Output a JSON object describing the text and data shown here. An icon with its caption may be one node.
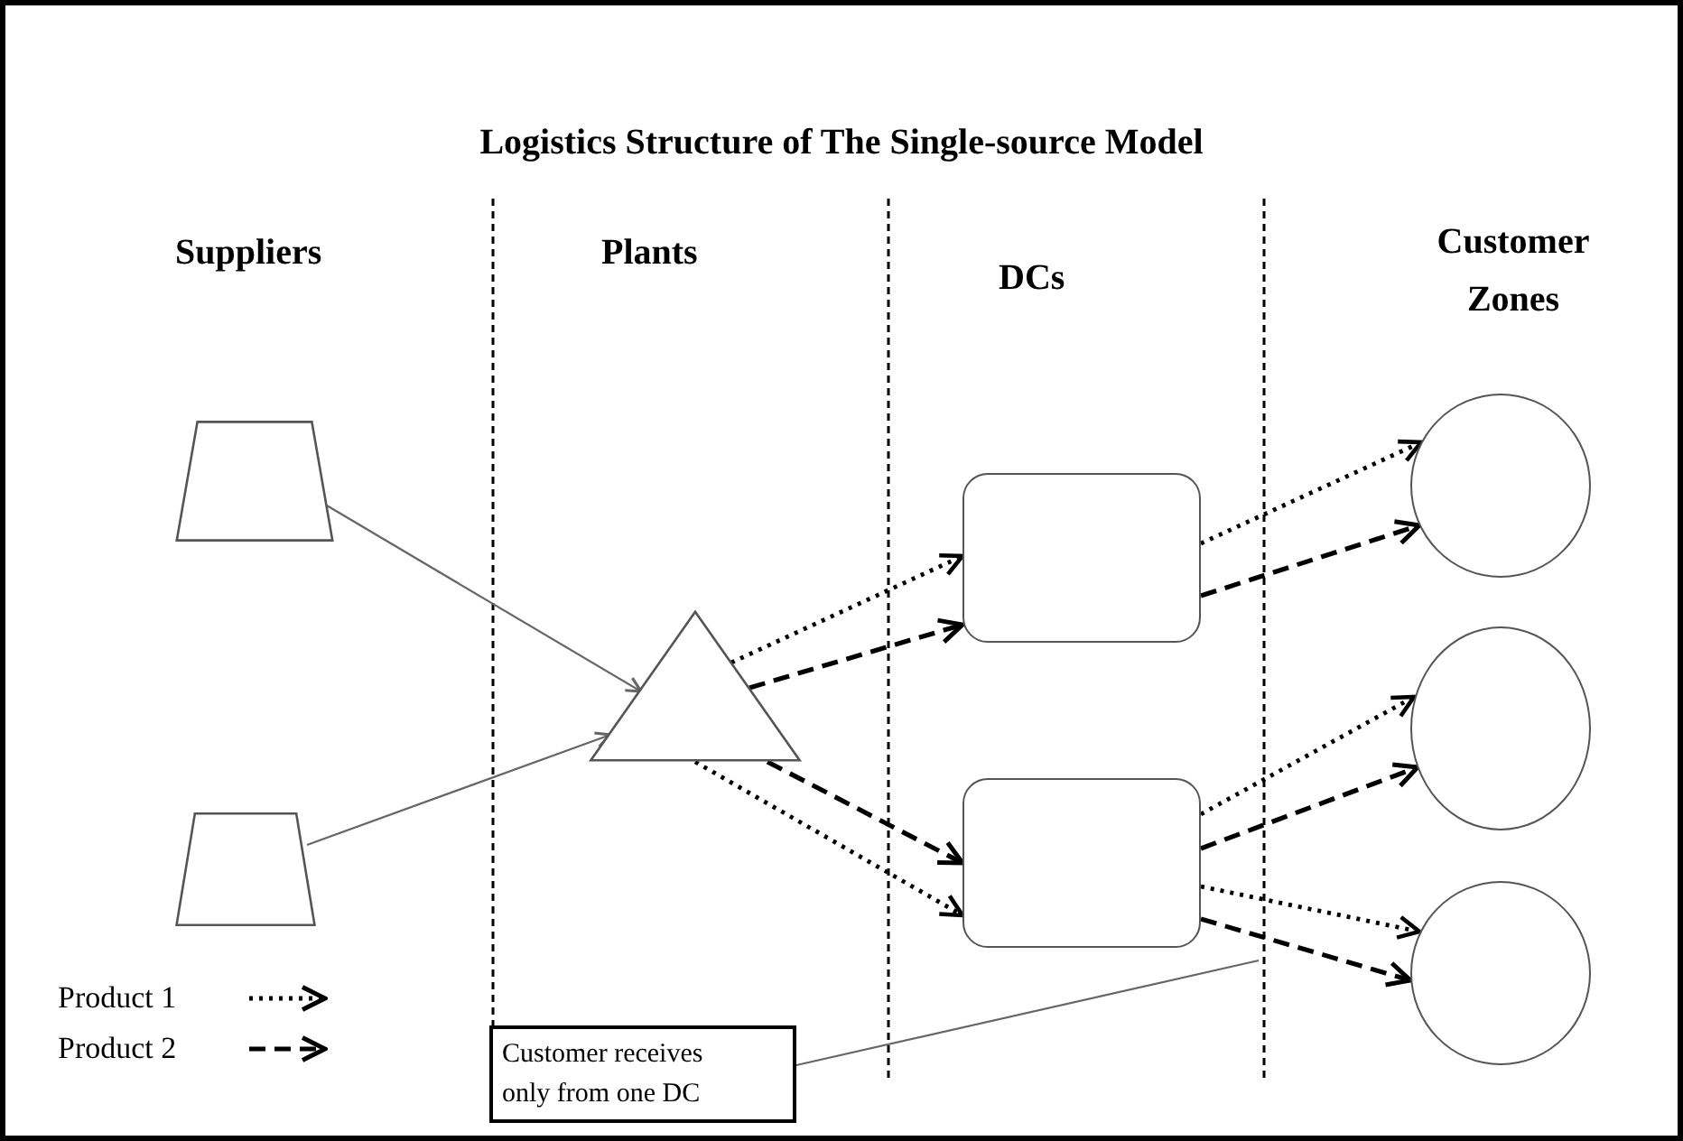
{
  "diagram": {
    "title": "Logistics Structure of The Single-source Model",
    "nodes": [
      {
        "text": [],
        "shape": "trapezoid"
      },
      {
        "text": [],
        "shape": "trapezoid"
      },
      {
        "text": [],
        "shape": "triangle"
      },
      {
        "text": [],
        "shape": "box"
      },
      {
        "text": [],
        "shape": "box"
      },
      {
        "text": [],
        "shape": "circle"
      },
      {
        "text": [],
        "shape": "circle"
      },
      {
        "text": [],
        "shape": "circle"
      },
      {
        "text": [
          "Customer receives only from one DC"
        ]
      }
    ],
    "edges": [
      {
        "from": 0,
        "to": 2,
        "arrow": "to",
        "color": "#666666"
      },
      {
        "from": 1,
        "to": 2,
        "arrow": "to",
        "color": "#666666"
      },
      {
        "from": 2,
        "to": 3,
        "arrow": "to",
        "style": "dashed"
      },
      {
        "from": 2,
        "to": 3,
        "arrow": "to",
        "style": "dashed"
      },
      {
        "from": 2,
        "to": 4,
        "arrow": "to",
        "style": "dashed"
      },
      {
        "from": 2,
        "to": 4,
        "arrow": "to",
        "style": "dashed"
      },
      {
        "from": 3,
        "to": 5,
        "arrow": "to",
        "style": "dashed"
      },
      {
        "from": 3,
        "to": 5,
        "arrow": "to",
        "style": "dashed"
      },
      {
        "from": 4,
        "to": 6,
        "arrow": "to",
        "style": "dashed"
      },
      {
        "from": 4,
        "to": 6,
        "arrow": "to",
        "style": "dashed"
      },
      {
        "from": 4,
        "to": 7,
        "arrow": "to",
        "style": "dashed"
      },
      {
        "from": 4,
        "to": 7,
        "arrow": "to",
        "style": "dashed"
      },
      {
        "from": 8,
        "to": null,
        "arrow": "none",
        "color": "#666666"
      }
    ],
    "labels": [
      "Suppliers",
      "Plants",
      "DCs",
      "Customer Zones"
    ],
    "legend": [
      {
        "text": "Product 1"
      },
      {
        "text": "Product 2"
      }
    ]
  }
}
